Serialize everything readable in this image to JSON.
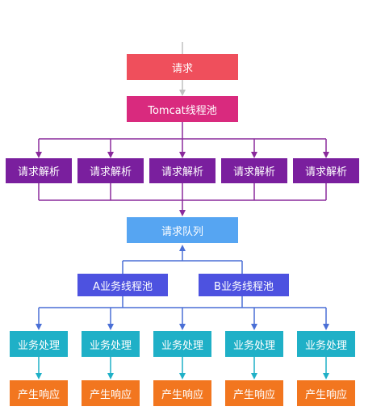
{
  "diagram": {
    "request": "请求",
    "tomcat_pool": "Tomcat线程池",
    "parse_nodes": [
      "请求解析",
      "请求解析",
      "请求解析",
      "请求解析",
      "请求解析"
    ],
    "request_queue": "请求队列",
    "pool_a": "A业务线程池",
    "pool_b": "B业务线程池",
    "business_nodes": [
      "业务处理",
      "业务处理",
      "业务处理",
      "业务处理",
      "业务处理"
    ],
    "response_nodes": [
      "产生响应",
      "产生响应",
      "产生响应",
      "产生响应",
      "产生响应"
    ]
  },
  "colors": {
    "request": "#ef4f5c",
    "tomcat": "#d92a7e",
    "parse": "#7a1f9e",
    "parse_lines": "#8a2a9c",
    "queue": "#56a5f2",
    "pool": "#4d52e0",
    "pool_lines": "#4a6fd6",
    "business": "#1fb0c7",
    "response": "#f2761f",
    "top_line": "#c0c0c0"
  }
}
